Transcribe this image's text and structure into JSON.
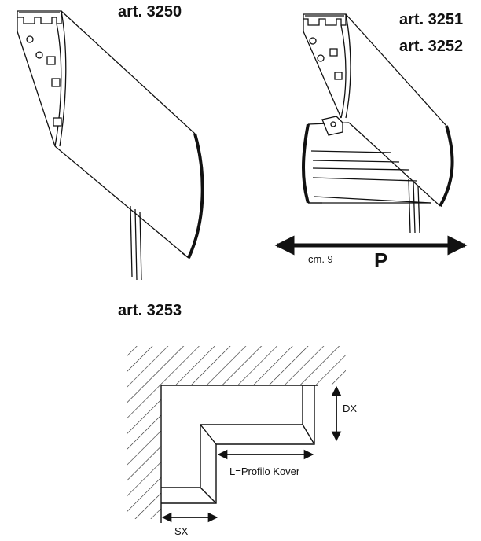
{
  "labels": {
    "art_3250": "art. 3250",
    "art_3251": "art. 3251",
    "art_3252": "art. 3252",
    "art_3253": "art. 3253",
    "depth_unit": "cm. 9",
    "depth_letter": "P",
    "dx": "DX",
    "length": "L=Profilo Kover",
    "sx": "SX"
  }
}
